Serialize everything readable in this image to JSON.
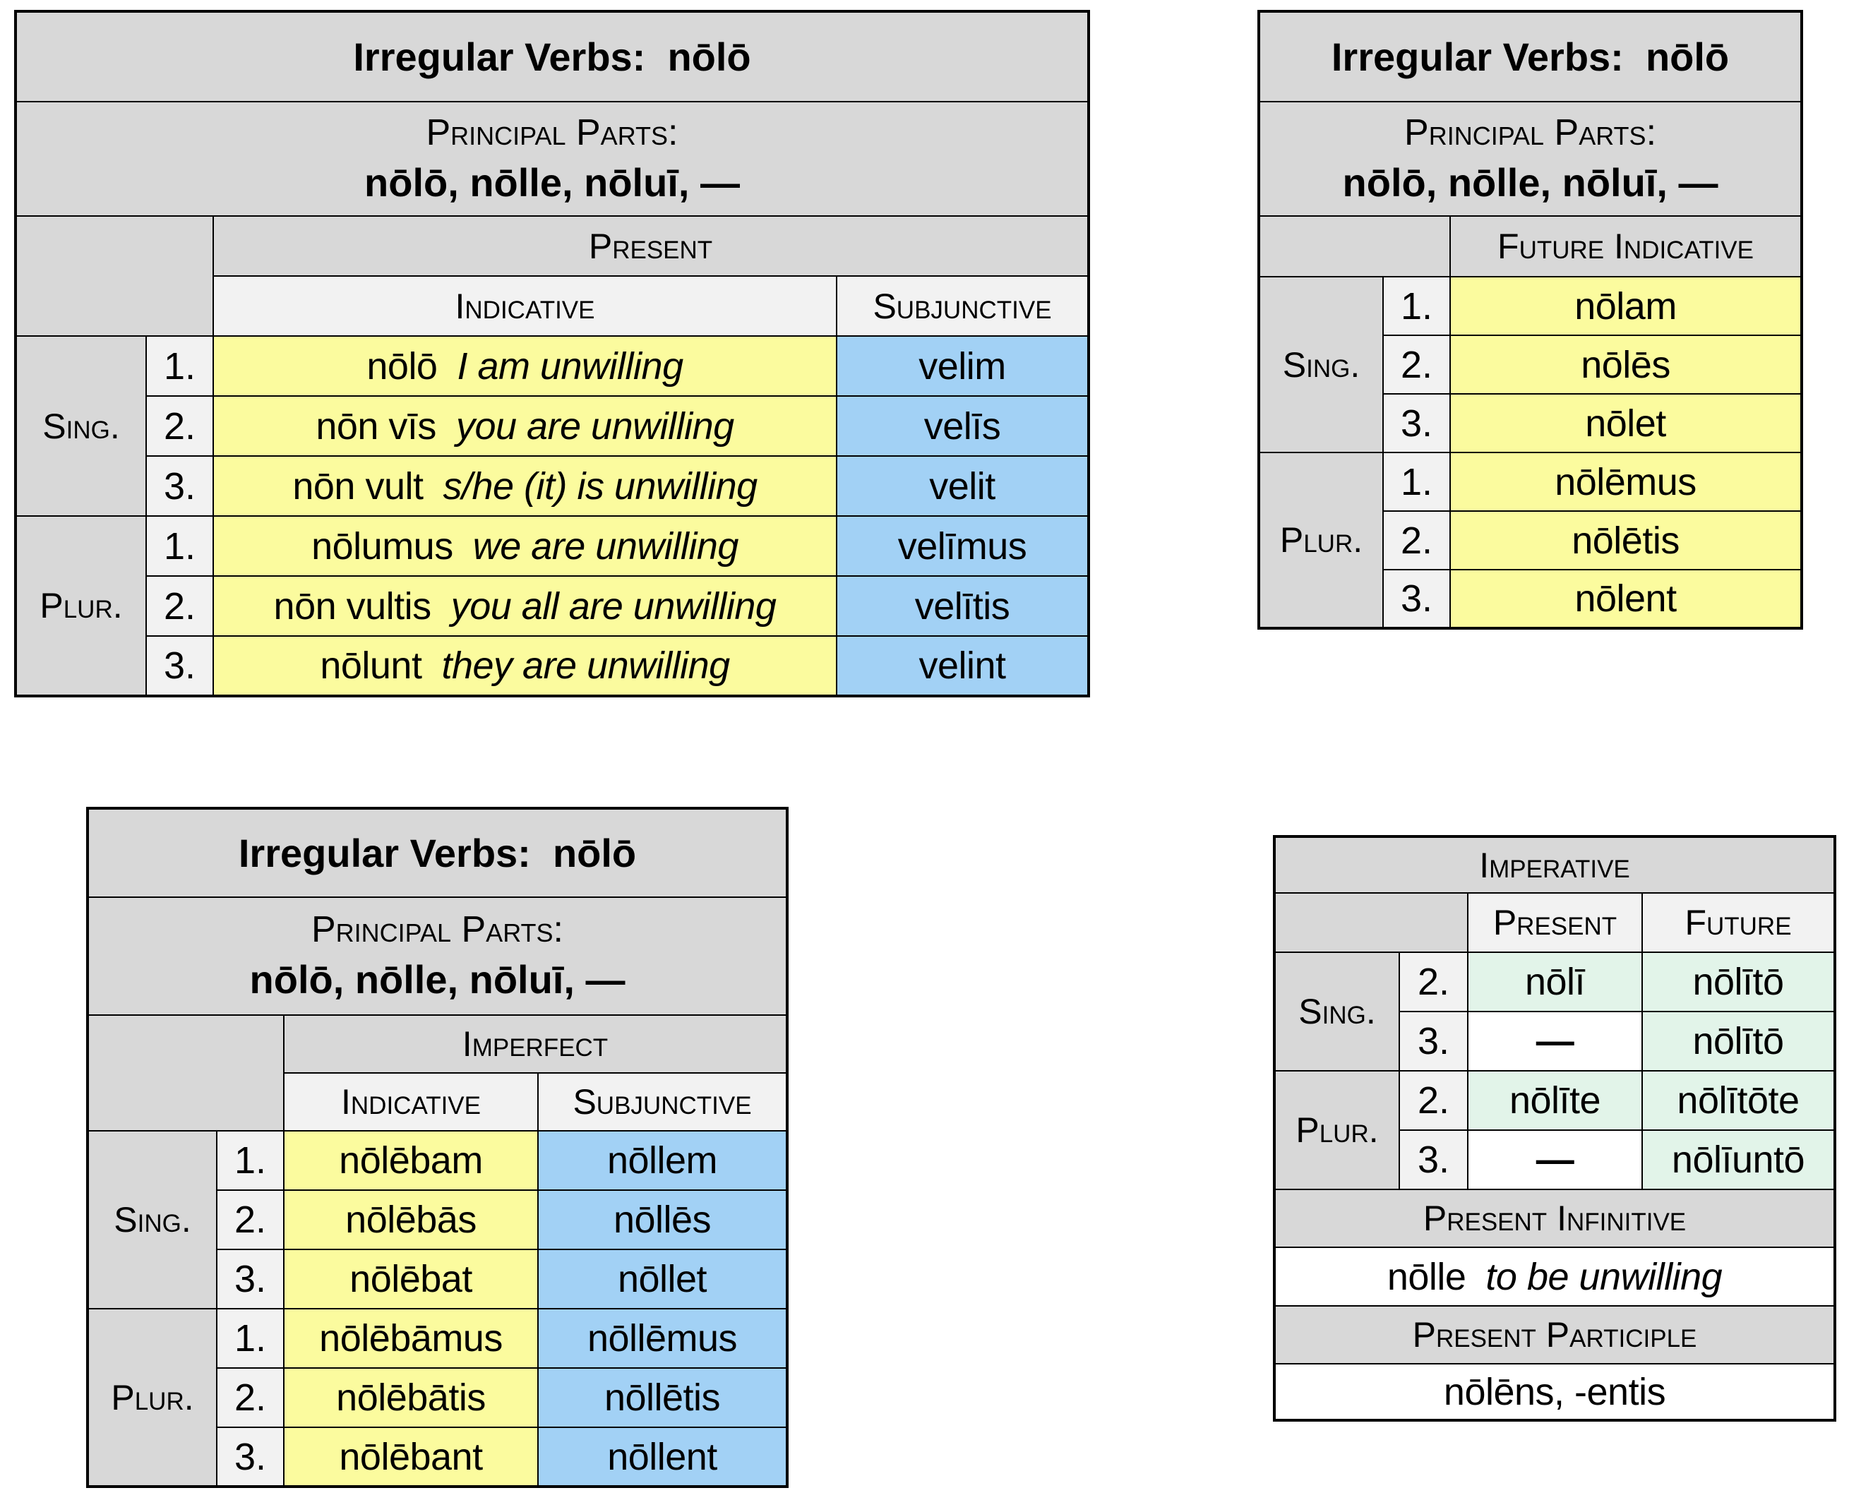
{
  "colors": {
    "header_gray": "#d8d8d8",
    "light_gray": "#f2f2f2",
    "yellow": "#fbfb9e",
    "blue": "#a2d1f5",
    "mint": "#e2f4e9",
    "border": "#000000"
  },
  "table_present": {
    "title": "Irregular Verbs:  nōlō",
    "principal_parts_label": "Principal Parts:",
    "principal_parts": "nōlō, nōlle, nōluī, —",
    "tense_header": "Present",
    "indicative_header": "Indicative",
    "subjunctive_header": "Subjunctive",
    "groups": [
      {
        "label": "Sing.",
        "rows": [
          {
            "num": "1.",
            "latin": "nōlō",
            "english": "I am unwilling",
            "subjunctive": "velim"
          },
          {
            "num": "2.",
            "latin": "nōn vīs",
            "english": "you are unwilling",
            "subjunctive": "velīs"
          },
          {
            "num": "3.",
            "latin": "nōn vult",
            "english": "s/he (it) is unwilling",
            "subjunctive": "velit"
          }
        ]
      },
      {
        "label": "Plur.",
        "rows": [
          {
            "num": "1.",
            "latin": "nōlumus",
            "english": "we are unwilling",
            "subjunctive": "velīmus"
          },
          {
            "num": "2.",
            "latin": "nōn vultis",
            "english": "you all are unwilling",
            "subjunctive": "velītis"
          },
          {
            "num": "3.",
            "latin": "nōlunt",
            "english": "they are unwilling",
            "subjunctive": "velint"
          }
        ]
      }
    ]
  },
  "table_future": {
    "title": "Irregular Verbs:  nōlō",
    "principal_parts_label": "Principal Parts:",
    "principal_parts": "nōlō, nōlle, nōluī, —",
    "tense_header": "Future Indicative",
    "groups": [
      {
        "label": "Sing.",
        "rows": [
          {
            "num": "1.",
            "form": "nōlam"
          },
          {
            "num": "2.",
            "form": "nōlēs"
          },
          {
            "num": "3.",
            "form": "nōlet"
          }
        ]
      },
      {
        "label": "Plur.",
        "rows": [
          {
            "num": "1.",
            "form": "nōlēmus"
          },
          {
            "num": "2.",
            "form": "nōlētis"
          },
          {
            "num": "3.",
            "form": "nōlent"
          }
        ]
      }
    ]
  },
  "table_imperfect": {
    "title": "Irregular Verbs:  nōlō",
    "principal_parts_label": "Principal Parts:",
    "principal_parts": "nōlō, nōlle, nōluī, —",
    "tense_header": "Imperfect",
    "indicative_header": "Indicative",
    "subjunctive_header": "Subjunctive",
    "groups": [
      {
        "label": "Sing.",
        "rows": [
          {
            "num": "1.",
            "indicative": "nōlēbam",
            "subjunctive": "nōllem"
          },
          {
            "num": "2.",
            "indicative": "nōlēbās",
            "subjunctive": "nōllēs"
          },
          {
            "num": "3.",
            "indicative": "nōlēbat",
            "subjunctive": "nōllet"
          }
        ]
      },
      {
        "label": "Plur.",
        "rows": [
          {
            "num": "1.",
            "indicative": "nōlēbāmus",
            "subjunctive": "nōllēmus"
          },
          {
            "num": "2.",
            "indicative": "nōlēbātis",
            "subjunctive": "nōllētis"
          },
          {
            "num": "3.",
            "indicative": "nōlēbant",
            "subjunctive": "nōllent"
          }
        ]
      }
    ]
  },
  "table_imperative": {
    "header": "Imperative",
    "present_header": "Present",
    "future_header": "Future",
    "groups": [
      {
        "label": "Sing.",
        "rows": [
          {
            "num": "2.",
            "present": "nōlī",
            "future": "nōlītō"
          },
          {
            "num": "3.",
            "present": "—",
            "future": "nōlītō"
          }
        ]
      },
      {
        "label": "Plur.",
        "rows": [
          {
            "num": "2.",
            "present": "nōlīte",
            "future": "nōlītōte"
          },
          {
            "num": "3.",
            "present": "—",
            "future": "nōlīuntō"
          }
        ]
      }
    ],
    "present_infinitive_label": "Present Infinitive",
    "infinitive_latin": "nōlle",
    "infinitive_english": "to be unwilling",
    "present_participle_label": "Present Participle",
    "participle": "nōlēns, -entis"
  }
}
